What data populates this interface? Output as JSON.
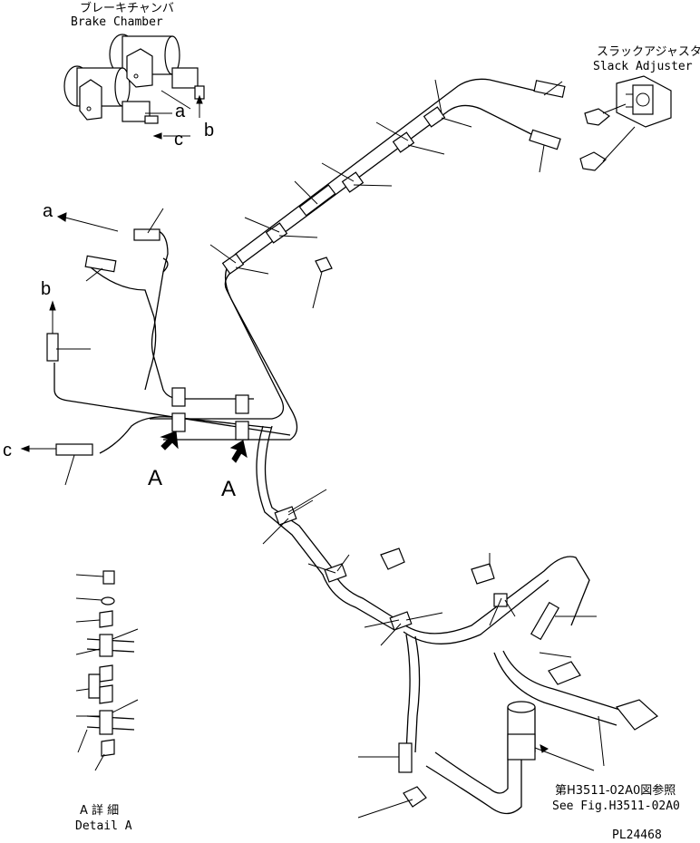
{
  "labels": {
    "brake_chamber_jp": "ブレーキチャンバ",
    "brake_chamber_en": "Brake Chamber",
    "slack_adjuster_jp": "スラックアジャスタ",
    "slack_adjuster_en": "Slack Adjuster",
    "ref_a": "a",
    "ref_b": "b",
    "ref_c": "c",
    "view_a": "A",
    "detail_jp": "A 詳 細",
    "detail_en": "Detail A",
    "see_fig_jp": "第H3511-02A0図参照",
    "see_fig_en": "See Fig.H3511-02A0",
    "drawing_number": "PL24468"
  }
}
